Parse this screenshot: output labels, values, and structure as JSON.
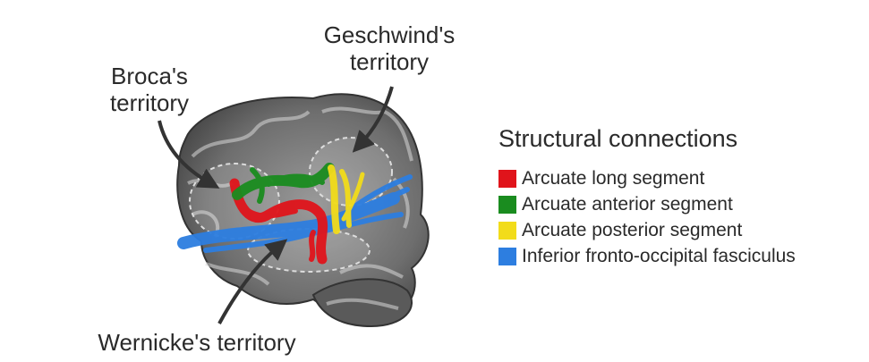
{
  "labels": {
    "broca": [
      "Broca's",
      "territory"
    ],
    "geschwind": [
      "Geschwind's",
      "territory"
    ],
    "wernicke": "Wernicke's territory"
  },
  "legend": {
    "title": "Structural connections",
    "items": [
      {
        "label": "Arcuate long segment",
        "color": "#e0141b"
      },
      {
        "label": "Arcuate anterior segment",
        "color": "#1a8c1f"
      },
      {
        "label": "Arcuate posterior segment",
        "color": "#f2dc1a"
      },
      {
        "label": "Inferior fronto-occipital fasciculus",
        "color": "#2d7ee0"
      }
    ]
  }
}
